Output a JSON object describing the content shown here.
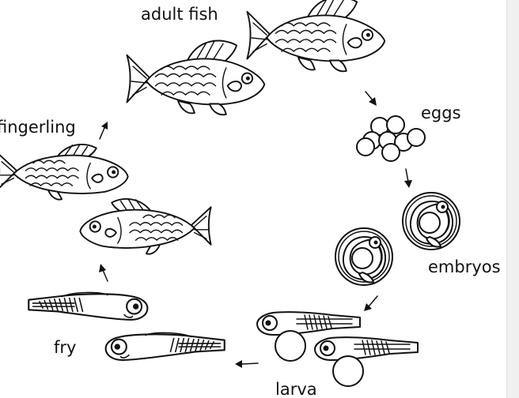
{
  "diagram": {
    "stages": {
      "adult_fish": "adult fish",
      "eggs": "eggs",
      "embryos": "embryos",
      "larva": "larva",
      "fry": "fry",
      "fingerling": "fingerling"
    },
    "cycle_order": [
      "eggs",
      "embryos",
      "larva",
      "fry",
      "fingerling",
      "adult fish"
    ]
  },
  "colors": {
    "line": "#111111",
    "fill": "#ffffff",
    "scrollbar_track": "#f0f0f0"
  },
  "icons": [
    "arrow-icon",
    "fish-icon",
    "egg-icon",
    "embryo-icon",
    "larva-icon"
  ]
}
